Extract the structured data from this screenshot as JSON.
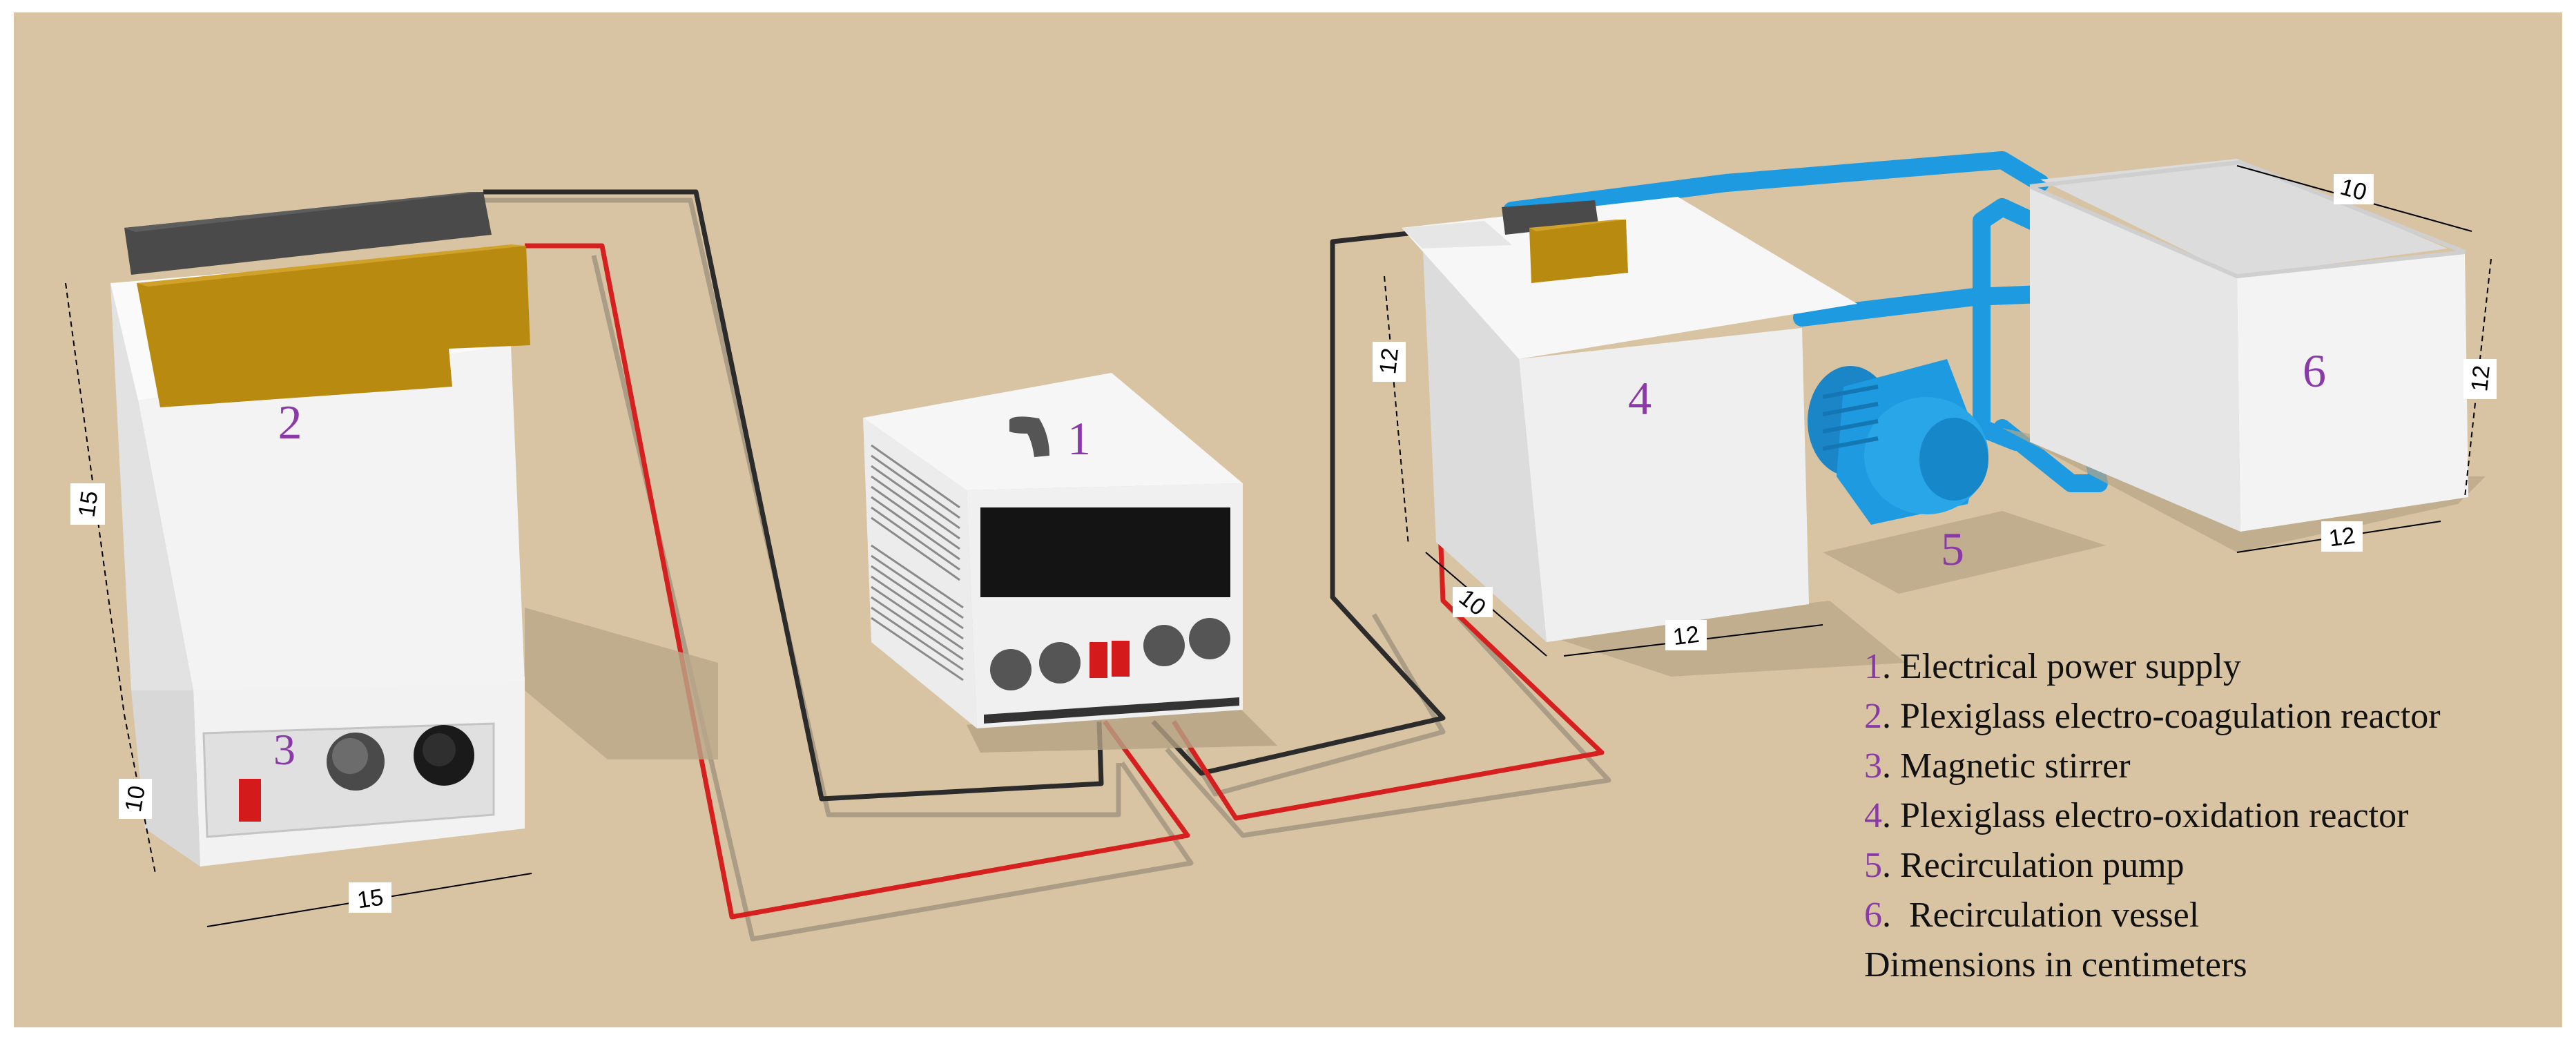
{
  "components": [
    {
      "number": "1",
      "name": "Electrical power supply"
    },
    {
      "number": "2",
      "name": "Plexiglass electro-coagulation reactor"
    },
    {
      "number": "3",
      "name": "Magnetic stirrer"
    },
    {
      "number": "4",
      "name": "Plexiglass electro-oxidation reactor"
    },
    {
      "number": "5",
      "name": "Recirculation pump"
    },
    {
      "number": "6",
      "name": " Recirculation vessel"
    }
  ],
  "legend_note": "Dimensions in centimeters",
  "dimensions": {
    "reactor2_height": "15",
    "stirrer_height": "10",
    "stirrer_width": "15",
    "reactor4_height": "12",
    "reactor4_depth": "10",
    "reactor4_width": "12",
    "vessel_depth": "10",
    "vessel_height": "12",
    "vessel_width": "12"
  },
  "colors": {
    "floor": "#d8c4a2",
    "wire_red": "#d61f1f",
    "wire_black": "#2b2b2b",
    "pipe_blue": "#1e9be0",
    "electrode_gold": "#b88a10",
    "label_purple": "#8a3aa8"
  }
}
